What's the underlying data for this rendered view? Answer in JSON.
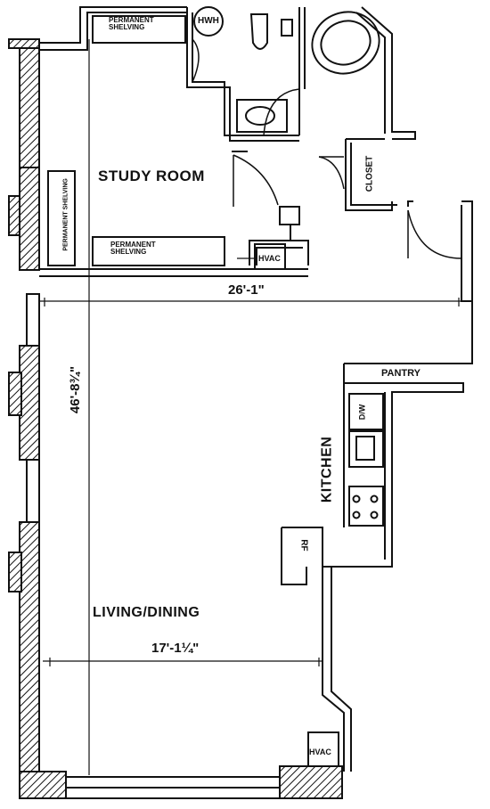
{
  "rooms": {
    "study": "STUDY ROOM",
    "living": "LIVING/DINING",
    "kitchen": "KITCHEN",
    "pantry": "PANTRY",
    "closet": "CLOSET"
  },
  "fixtures": {
    "shelving_top": "PERMANENT SHELVING",
    "shelving_side": "PERMANENT SHELVING",
    "shelving_bottom": "PERMANENT SHELVING",
    "hwh": "HWH",
    "hvac_study": "HVAC",
    "hvac_living": "HVAC",
    "dishwasher": "D/W",
    "refrigerator": "RF"
  },
  "dimensions": {
    "width_overall": "26'-1\"",
    "length_overall": "46'-8¾\"",
    "living_width": "17'-1¼\""
  },
  "colors": {
    "ink": "#111111",
    "paper": "#ffffff"
  }
}
